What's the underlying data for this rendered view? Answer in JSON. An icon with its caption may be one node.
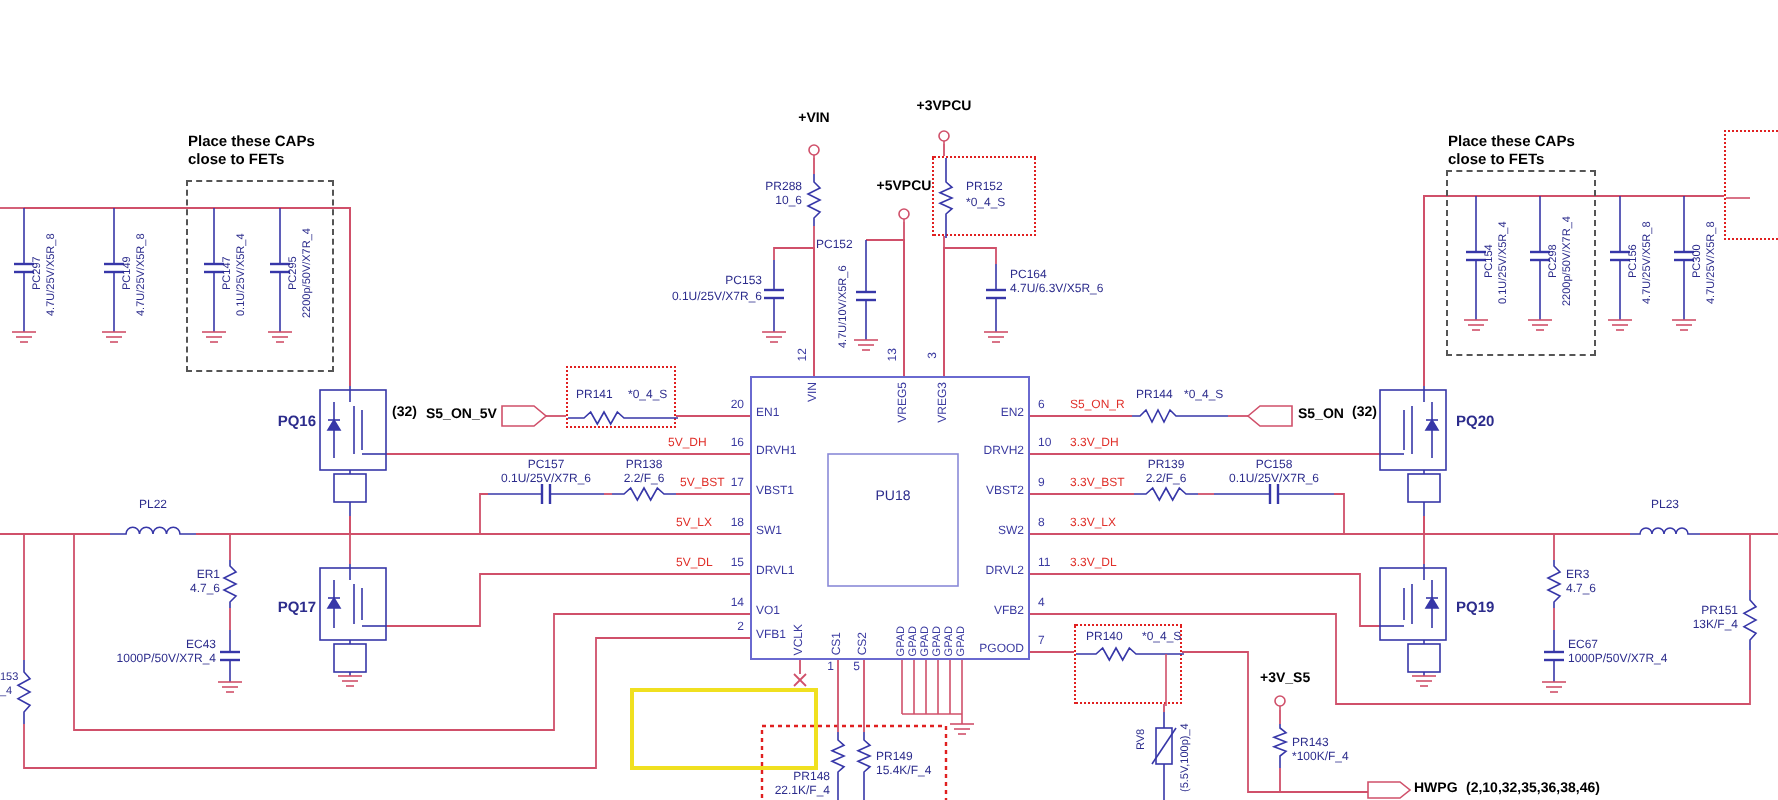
{
  "diagram": {
    "nodes": [
      {
        "text": [
          "PU18"
        ]
      },
      {
        "text": [
          "+VIN"
        ]
      },
      {
        "text": [
          "+3VPCU"
        ]
      },
      {
        "text": [
          "+5VPCU"
        ]
      },
      {
        "text": [
          "PR288",
          "10_6"
        ]
      },
      {
        "text": [
          "PC153",
          "0.1U/25V/X7R_6"
        ]
      },
      {
        "text": [
          "PC152",
          "4.7U/10V/X5R_6"
        ]
      },
      {
        "text": [
          "PR152",
          "*0_4_S"
        ]
      },
      {
        "text": [
          "PC164",
          "4.7U/6.3V/X5R_6"
        ]
      },
      {
        "text": [
          "PR141",
          "*0_4_S"
        ]
      },
      {
        "text": [
          "S5_ON_5V"
        ]
      },
      {
        "text": [
          "S5_ON"
        ]
      },
      {
        "text": [
          "PR144",
          "*0_4_S"
        ]
      },
      {
        "text": [
          "PQ16"
        ]
      },
      {
        "text": [
          "PQ17"
        ]
      },
      {
        "text": [
          "PQ20"
        ]
      },
      {
        "text": [
          "PQ19"
        ]
      },
      {
        "text": [
          "PC157",
          "0.1U/25V/X7R_6"
        ]
      },
      {
        "text": [
          "PR138",
          "2.2/F_6"
        ]
      },
      {
        "text": [
          "PR139",
          "2.2/F_6"
        ]
      },
      {
        "text": [
          "PC158",
          "0.1U/25V/X7R_6"
        ]
      },
      {
        "text": [
          "PL22"
        ]
      },
      {
        "text": [
          "ER1",
          "4.7_6"
        ]
      },
      {
        "text": [
          "EC43",
          "1000P/50V/X7R_4"
        ]
      },
      {
        "text": [
          "PL23"
        ]
      },
      {
        "text": [
          "ER3",
          "4.7_6"
        ]
      },
      {
        "text": [
          "EC67",
          "1000P/50V/X7R_4"
        ]
      },
      {
        "text": [
          "PR151",
          "13K/F_4"
        ]
      },
      {
        "text": [
          "Place these CAPs close to FETs"
        ]
      },
      {
        "text": [
          "PC297",
          "4.7U/25V/X5R_8"
        ]
      },
      {
        "text": [
          "PC149",
          "4.7U/25V/X5R_8"
        ]
      },
      {
        "text": [
          "PC147",
          "0.1U/25V/X5R_4"
        ],
        "in": 28
      },
      {
        "text": [
          "PC295",
          "2200p/50V/X7R_4"
        ],
        "in": 28
      },
      {
        "text": [
          "Place these CAPs close to FETs"
        ]
      },
      {
        "text": [
          "PC154",
          "0.1U/25V/X5R_4"
        ],
        "in": 33
      },
      {
        "text": [
          "PC298",
          "2200p/50V/X7R_4"
        ],
        "in": 33
      },
      {
        "text": [
          "PC156",
          "4.7U/25V/X5R_8"
        ]
      },
      {
        "text": [
          "PC300",
          "4.7U/25V/X5R_8"
        ]
      },
      {
        "text": [
          "PR148",
          "22.1K/F_4"
        ]
      },
      {
        "text": [
          "PR149",
          "15.4K/F_4"
        ]
      },
      {
        "text": [
          "PR140",
          "*0_4_S"
        ]
      },
      {
        "text": [
          "RV8",
          "(5.5V,100p)_4"
        ]
      },
      {
        "text": [
          "+3V_S5"
        ]
      },
      {
        "text": [
          "PR143",
          "*100K/F_4"
        ]
      },
      {
        "text": [
          "HWPG"
        ],
        "beside": [
          "(2,10,32,35,36,38,46)"
        ]
      },
      {
        "text": [
          "153",
          "_4"
        ]
      },
      {
        "text": [],
        "shape": "box"
      },
      {
        "text": [],
        "shape": "cross"
      }
    ],
    "edges": [
      {
        "from": 1,
        "to": 4,
        "arrow": "none"
      },
      {
        "from": 4,
        "to": 0,
        "arrow": "none"
      },
      {
        "from": 5,
        "to": 0,
        "arrow": "none"
      },
      {
        "from": 3,
        "to": 0,
        "arrow": "none"
      },
      {
        "from": 6,
        "to": 0,
        "arrow": "none"
      },
      {
        "from": 2,
        "to": 7,
        "arrow": "none"
      },
      {
        "from": 7,
        "to": 0,
        "arrow": "none"
      },
      {
        "from": 8,
        "to": 0,
        "arrow": "none"
      },
      {
        "from": 10,
        "to": 9,
        "arrow": "none"
      },
      {
        "from": 9,
        "to": 0,
        "arrow": "none"
      },
      {
        "from": 0,
        "to": 12,
        "arrow": "none",
        "label": "S5_ON_R"
      },
      {
        "from": 12,
        "to": 11,
        "arrow": "none"
      },
      {
        "from": 0,
        "to": 13,
        "arrow": "none",
        "label": "5V_DH"
      },
      {
        "from": 17,
        "to": 18,
        "arrow": "none"
      },
      {
        "from": 18,
        "to": 0,
        "arrow": "none",
        "label": "5V_BST"
      },
      {
        "from": 17,
        "to": 0,
        "arrow": "none"
      },
      {
        "from": 13,
        "to": 0,
        "arrow": "none",
        "label": "5V_LX"
      },
      {
        "from": 14,
        "to": 0,
        "arrow": "none"
      },
      {
        "from": 0,
        "to": 14,
        "arrow": "none",
        "label": "5V_DL"
      },
      {
        "from": 21,
        "to": 13,
        "arrow": "none"
      },
      {
        "from": 21,
        "to": 22,
        "arrow": "none"
      },
      {
        "from": 22,
        "to": 23,
        "arrow": "none"
      },
      {
        "from": 21,
        "to": null,
        "arrow": "none"
      },
      {
        "from": 0,
        "to": 15,
        "arrow": "none",
        "label": "3.3V_DH"
      },
      {
        "from": 0,
        "to": 19,
        "arrow": "none",
        "label": "3.3V_BST"
      },
      {
        "from": 19,
        "to": 20,
        "arrow": "none"
      },
      {
        "from": 20,
        "to": 0,
        "arrow": "none"
      },
      {
        "from": 15,
        "to": 0,
        "arrow": "none",
        "label": "3.3V_LX"
      },
      {
        "from": 16,
        "to": 0,
        "arrow": "none"
      },
      {
        "from": 0,
        "to": 16,
        "arrow": "none",
        "label": "3.3V_DL"
      },
      {
        "from": 15,
        "to": 24,
        "arrow": "none"
      },
      {
        "from": 15,
        "to": 25,
        "arrow": "none"
      },
      {
        "from": 25,
        "to": 26,
        "arrow": "none"
      },
      {
        "from": 24,
        "to": 27,
        "arrow": "none"
      },
      {
        "from": 24,
        "to": null,
        "arrow": "none"
      },
      {
        "from": 29,
        "to": 13,
        "arrow": "none"
      },
      {
        "from": 30,
        "to": 13,
        "arrow": "none"
      },
      {
        "from": 31,
        "to": 13,
        "arrow": "none"
      },
      {
        "from": 32,
        "to": 13,
        "arrow": "none"
      },
      {
        "from": 29,
        "to": null,
        "arrow": "none"
      },
      {
        "from": 34,
        "to": 15,
        "arrow": "none"
      },
      {
        "from": 35,
        "to": 15,
        "arrow": "none"
      },
      {
        "from": 36,
        "to": 15,
        "arrow": "none"
      },
      {
        "from": 37,
        "to": 15,
        "arrow": "none"
      },
      {
        "from": 37,
        "to": 46,
        "arrow": "none"
      },
      {
        "from": 0,
        "to": 38,
        "arrow": "none"
      },
      {
        "from": 0,
        "to": 39,
        "arrow": "none"
      },
      {
        "from": 0,
        "to": 40,
        "arrow": "none"
      },
      {
        "from": 40,
        "to": 41,
        "arrow": "none"
      },
      {
        "from": 40,
        "to": 44,
        "arrow": "none"
      },
      {
        "from": 42,
        "to": 43,
        "arrow": "none"
      },
      {
        "from": 43,
        "to": 44,
        "arrow": "none"
      },
      {
        "from": 0,
        "to": 27,
        "arrow": "none"
      },
      {
        "from": 0,
        "to": 21,
        "arrow": "none"
      },
      {
        "from": 0,
        "to": 45,
        "arrow": "none"
      },
      {
        "from": 45,
        "to": 21,
        "arrow": "none"
      },
      {
        "from": 0,
        "to": 47,
        "arrow": "none"
      }
    ],
    "labels": [
      "12",
      "13",
      "3",
      "VIN",
      "VREG5",
      "VREG3",
      "20",
      "EN1",
      "EN2",
      "6",
      "16",
      "DRVH1",
      "DRVH2",
      "10",
      "17",
      "VBST1",
      "VBST2",
      "9",
      "18",
      "SW1",
      "SW2",
      "8",
      "15",
      "DRVL1",
      "DRVL2",
      "11",
      "14",
      "VO1",
      "VFB2",
      "4",
      "2",
      "VFB1",
      "PGOOD",
      "7",
      "VCLK",
      "CS1",
      "CS2",
      "GPAD",
      "GPAD",
      "GPAD",
      "GPAD",
      "GPAD",
      "GPAD",
      "1",
      "5",
      "(32)",
      "(32)"
    ]
  }
}
